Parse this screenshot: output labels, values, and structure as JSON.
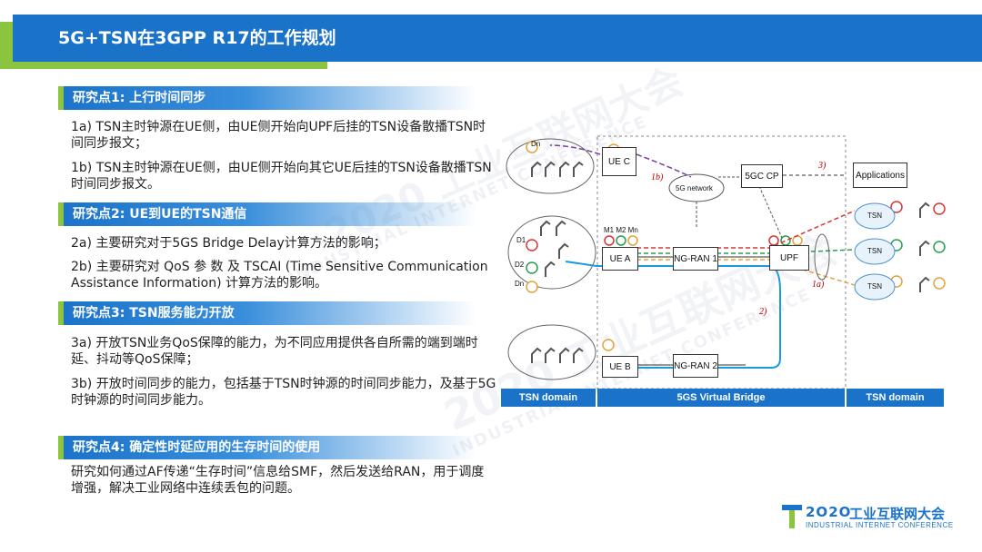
{
  "title": "5G+TSN在3GPP R17的工作规划",
  "sections": [
    {
      "heading": "研究点1: 上行时间同步",
      "items": [
        "1a) TSN主时钟源在UE侧，由UE侧开始向UPF后挂的TSN设备散播TSN时间同步报文；",
        "1b) TSN主时钟源在UE侧，由UE侧开始向其它UE后挂的TSN设备散播TSN时间同步报文。"
      ]
    },
    {
      "heading": "研究点2: UE到UE的TSN通信",
      "items": [
        "2a) 主要研究对于5GS Bridge Delay计算方法的影响；",
        "2b) 主要研究对 QoS 参 数 及 TSCAI (Time Sensitive Communication Assistance Information) 计算方法的影响。"
      ]
    },
    {
      "heading": "研究点3: TSN服务能力开放",
      "items": [
        "3a) 开放TSN业务QoS保障的能力，为不同应用提供各自所需的端到端时延、抖动等QoS保障；",
        "3b) 开放时间同步的能力，包括基于TSN时钟源的时间同步能力，及基于5G时钟源的时间同步能力。"
      ]
    },
    {
      "heading": "研究点4: 确定性时延应用的生存时间的使用",
      "items": [
        "研究如何通过AF传递“生存时间”信息给SMF，然后发送给RAN，用于调度增强，解决工业网络中连续丢包的问题。"
      ]
    }
  ],
  "diagram": {
    "boxes": {
      "ue_c": "UE C",
      "ue_a": "UE A",
      "ue_b": "UE B",
      "ngran1": "NG-RAN 1",
      "ngran2": "NG-RAN 2",
      "upf": "UPF",
      "gc_cp": "5GC CP",
      "apps": "Applications",
      "network": "5G network"
    },
    "markers": {
      "m1b": "1b)",
      "m3": "3)",
      "m2": "2)",
      "m1a": "1a)"
    },
    "device_labels": {
      "dn_top": "Dn",
      "d1": "D1",
      "d2": "D2",
      "dn_mid": "Dn",
      "m": "M1 M2 Mn"
    },
    "tsn_clouds": [
      "TSN",
      "TSN",
      "TSN"
    ],
    "domains": [
      "TSN domain",
      "5GS Virtual Bridge",
      "TSN domain"
    ]
  },
  "watermark": {
    "cn": "2020 工业互联网大会",
    "en": "INDUSTRIAL INTERNET CONFERENCE"
  },
  "logo": {
    "year": "2O2O",
    "name": "工业互联网大会",
    "sub": "INDUSTRIAL INTERNET CONFERENCE"
  },
  "colors": {
    "header_blue": "#1a73c9",
    "accent_green": "#8bc53f",
    "marker_red": "#c00000"
  }
}
